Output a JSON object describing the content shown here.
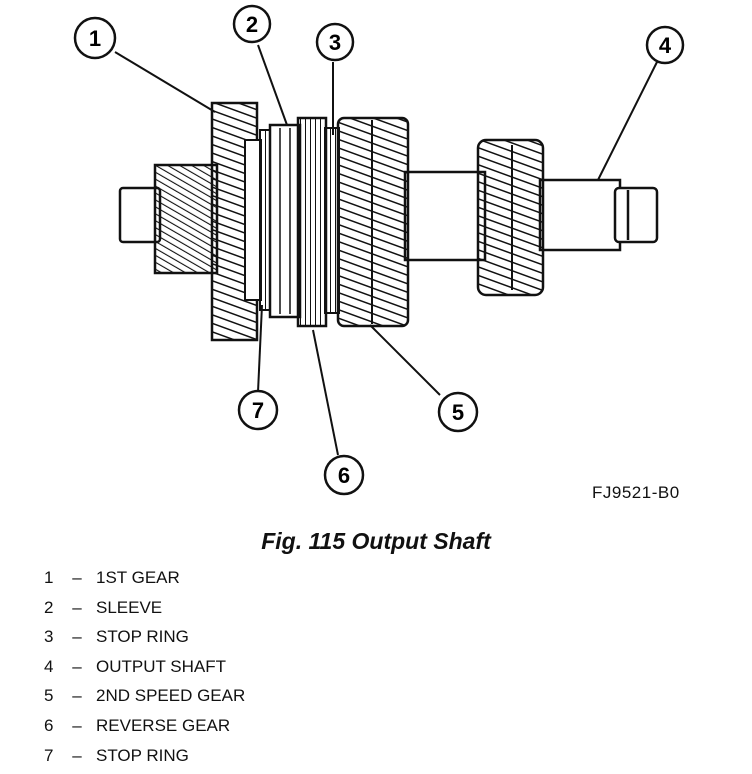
{
  "callouts": [
    {
      "id": "1",
      "label": "1"
    },
    {
      "id": "2",
      "label": "2"
    },
    {
      "id": "3",
      "label": "3"
    },
    {
      "id": "4",
      "label": "4"
    },
    {
      "id": "5",
      "label": "5"
    },
    {
      "id": "6",
      "label": "6"
    },
    {
      "id": "7",
      "label": "7"
    }
  ],
  "figure_code": "FJ9521-B0",
  "caption": "Fig. 115 Output Shaft",
  "legend": [
    {
      "num": "1",
      "dash": "–",
      "text": "1ST GEAR"
    },
    {
      "num": "2",
      "dash": "–",
      "text": "SLEEVE"
    },
    {
      "num": "3",
      "dash": "–",
      "text": "STOP RING"
    },
    {
      "num": "4",
      "dash": "–",
      "text": "OUTPUT SHAFT"
    },
    {
      "num": "5",
      "dash": "–",
      "text": "2ND SPEED GEAR"
    },
    {
      "num": "6",
      "dash": "–",
      "text": "REVERSE GEAR"
    },
    {
      "num": "7",
      "dash": "–",
      "text": "STOP RING"
    }
  ],
  "colors": {
    "ink": "#111111",
    "paper": "#ffffff"
  }
}
